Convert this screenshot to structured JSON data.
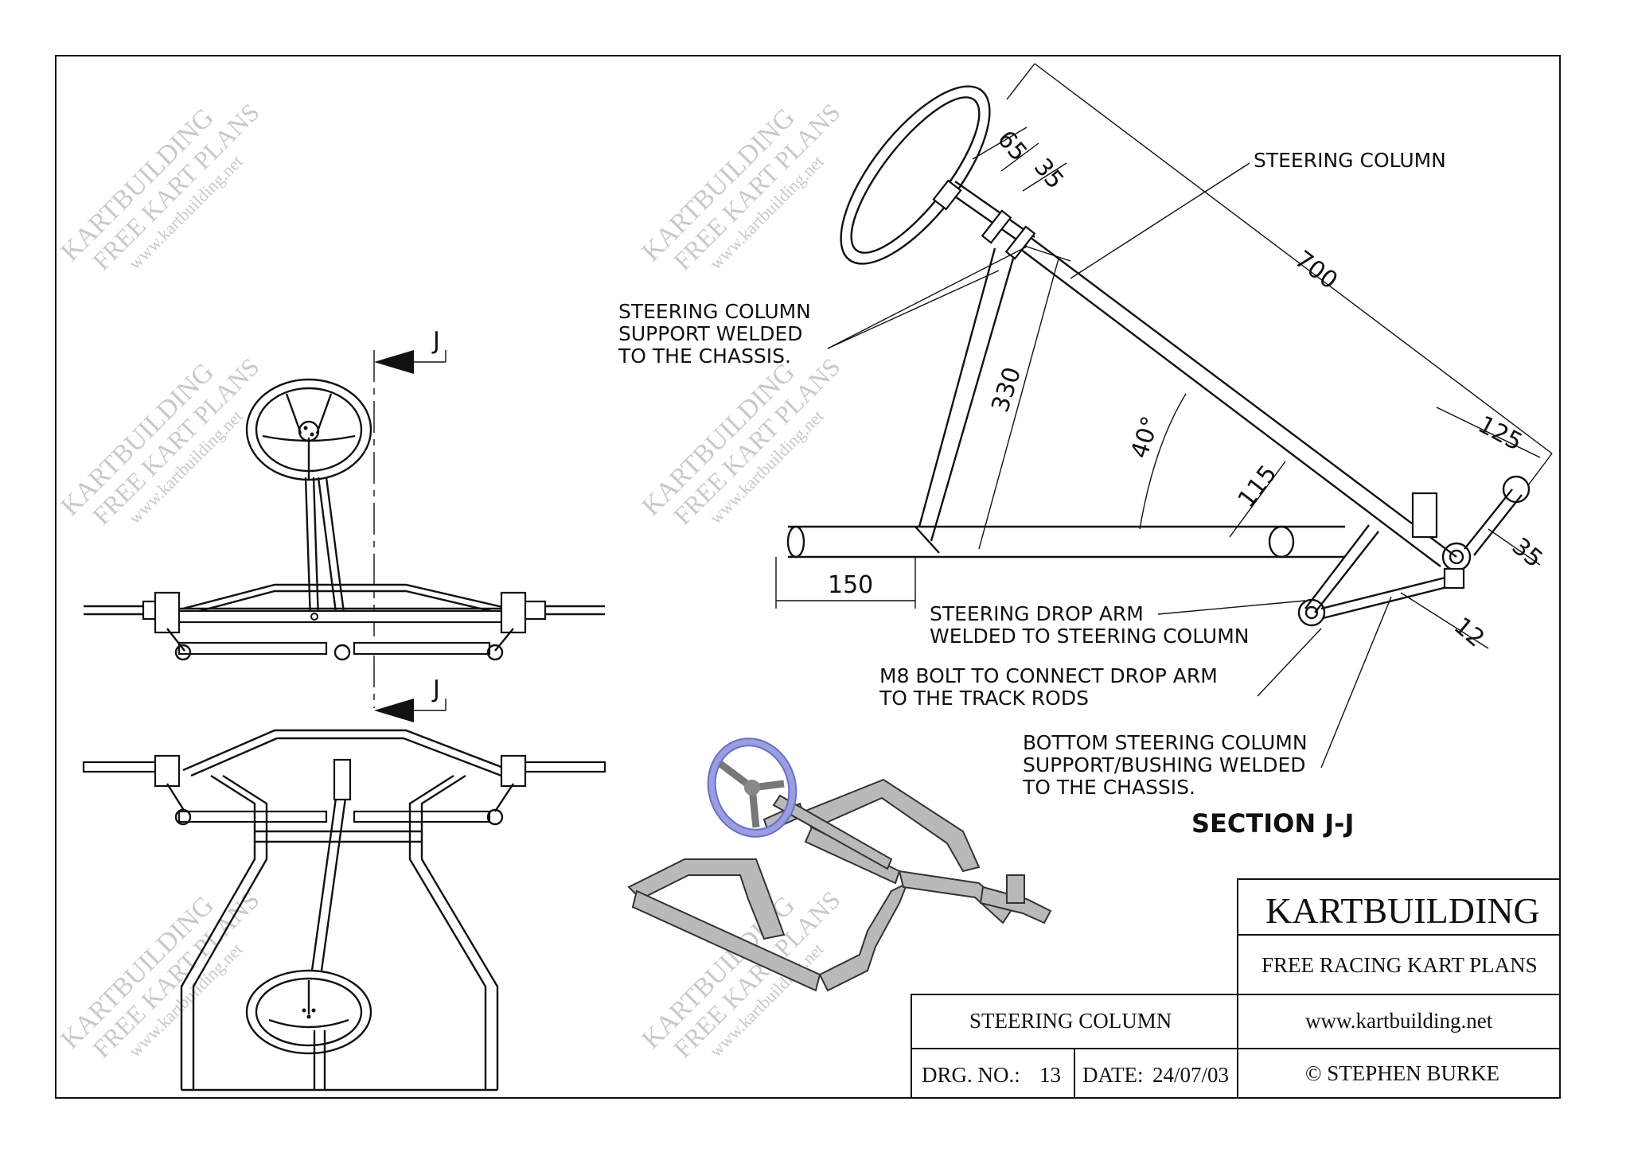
{
  "watermark": {
    "line1": "KARTBUILDING",
    "line2": "FREE KART PLANS",
    "line3": "www.kartbuilding.net"
  },
  "section_marker": {
    "letter": "J"
  },
  "section_title": "SECTION J-J",
  "dimensions": {
    "d700": "700",
    "d65": "65",
    "d35_top": "35",
    "d330": "330",
    "d40": "40°",
    "d115": "115",
    "d150": "150",
    "d125": "125",
    "d35_right": "35",
    "d12": "12"
  },
  "callouts": {
    "steering_column": "STEERING COLUMN",
    "column_support": [
      "STEERING COLUMN",
      "SUPPORT WELDED",
      "TO THE CHASSIS."
    ],
    "drop_arm": [
      "STEERING DROP ARM",
      "WELDED TO STEERING COLUMN"
    ],
    "m8_bolt": [
      "M8 BOLT TO CONNECT DROP ARM",
      "TO THE TRACK RODS"
    ],
    "bottom_support": [
      "BOTTOM STEERING COLUMN",
      "SUPPORT/BUSHING WELDED",
      "TO THE CHASSIS."
    ]
  },
  "title_block": {
    "company": "KARTBUILDING",
    "subtitle": "FREE RACING KART PLANS",
    "drawing_title": "STEERING COLUMN",
    "website": "www.kartbuilding.net",
    "drg_no_label": "DRG. NO.:",
    "drg_no_value": "13",
    "date_label": "DATE:",
    "date_value": "24/07/03",
    "copyright": "© STEPHEN BURKE"
  },
  "colors": {
    "line": "#111111",
    "watermark": "#c9c9c9",
    "steel_grey": "#b9b9b9",
    "wheel_blue": "#9a9ee0"
  }
}
